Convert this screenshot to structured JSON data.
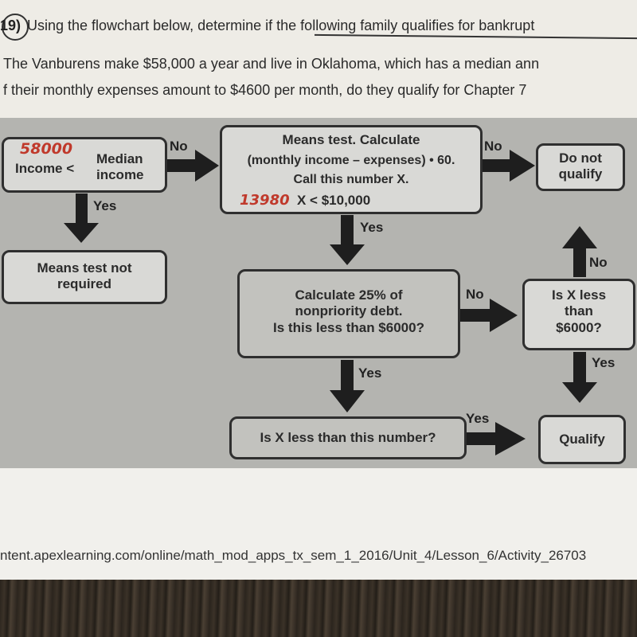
{
  "question": {
    "number": "19)",
    "line1": "Using the flowchart below, determine if the following family qualifies for bankrupt",
    "line2": "The Vanburens make $58,000 a year and live in Oklahoma, which has a median ann",
    "line3": "f their monthly expenses amount to $4600 per month, do they qualify for Chapter 7"
  },
  "flowchart": {
    "box_income": {
      "handwritten": "58000",
      "text1": "Income <",
      "text2": "Median",
      "text3": "income"
    },
    "box_means": {
      "line1": "Means test. Calculate",
      "line2": "(monthly income – expenses) • 60.",
      "line3": "Call this number X.",
      "handwritten": "13980",
      "line4": "X < $10,000"
    },
    "box_notqualify": {
      "line1": "Do not",
      "line2": "qualify"
    },
    "box_notrequired": {
      "line1": "Means test not",
      "line2": "required"
    },
    "box_debt": {
      "line1": "Calculate 25% of",
      "line2": "nonpriority debt.",
      "line3": "Is this less than $6000?"
    },
    "box_xless6000": {
      "line1": "Is X less",
      "line2": "than",
      "line3": "$6000?"
    },
    "box_xlessnumber": {
      "line1": "Is X less than this number?"
    },
    "box_qualify": {
      "line1": "Qualify"
    },
    "labels": {
      "no1": "No",
      "no2": "No",
      "no3": "No",
      "no4": "No",
      "yes1": "Yes",
      "yes2": "Yes",
      "yes3": "Yes",
      "yes4": "Yes",
      "yes5": "Yes"
    }
  },
  "url": "ntent.apexlearning.com/online/math_mod_apps_tx_sem_1_2016/Unit_4/Lesson_6/Activity_26703"
}
